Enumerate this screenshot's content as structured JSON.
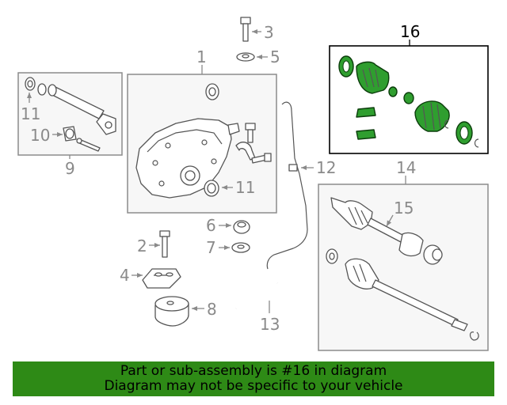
{
  "callouts": {
    "c1": "1",
    "c2": "2",
    "c3": "3",
    "c4": "4",
    "c5": "5",
    "c6": "6",
    "c7": "7",
    "c8": "8",
    "c9": "9",
    "c10": "10",
    "c11a": "11",
    "c11b": "11",
    "c12": "12",
    "c13": "13",
    "c14": "14",
    "c15": "15",
    "c16": "16"
  },
  "banner": {
    "line1": "Part or sub-assembly is #16 in diagram",
    "line2": "Diagram may not be specific to your vehicle"
  },
  "colors": {
    "highlight": "#2f9e2f",
    "banner": "#2e8a16",
    "callout": "#8a8a8a"
  },
  "highlighted_part": "16"
}
